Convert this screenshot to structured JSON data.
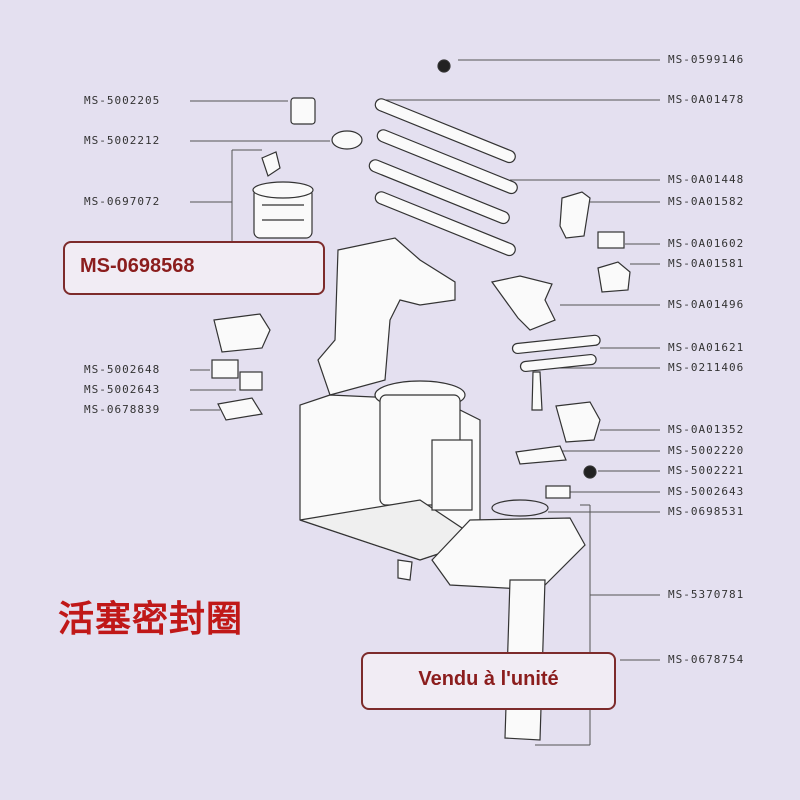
{
  "highlight": {
    "part_number": "MS-0698568"
  },
  "caption_cn": "活塞密封圈",
  "sold_note": "Vendu à l'unité",
  "colors": {
    "background": "#e4e0f0",
    "highlight_border": "#7d2b2b",
    "highlight_text": "#8b1d1d",
    "caption_red": "#c01818",
    "line": "#555555"
  },
  "labels_left": [
    "MS-5002205",
    "MS-5002212",
    "MS-0697072",
    "MS-5002648",
    "MS-5002643",
    "MS-0678839"
  ],
  "labels_right": [
    "MS-0599146",
    "MS-0A01478",
    "MS-0A01448",
    "MS-0A01582",
    "MS-0A01602",
    "MS-0A01581",
    "MS-0A01496",
    "MS-0A01621",
    "MS-0211406",
    "MS-0A01352",
    "MS-5002220",
    "MS-5002221",
    "MS-5002643",
    "MS-0698531",
    "MS-5370781",
    "MS-0678754"
  ]
}
